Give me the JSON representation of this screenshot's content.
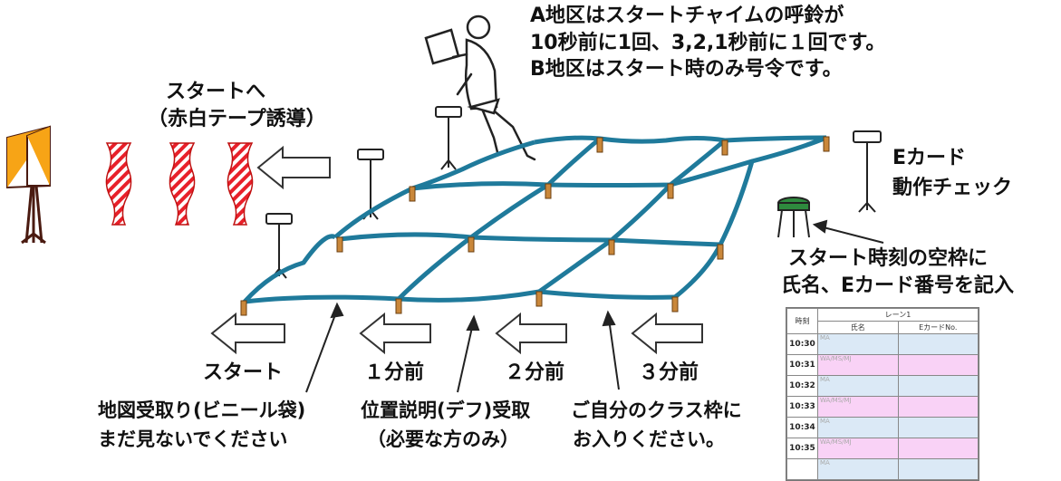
{
  "notes": {
    "chime_line1": "A地区はスタートチャイムの呼鈴が",
    "chime_line2": "10秒前に1回、3,2,1秒前に１回です。",
    "chime_line3": "B地区はスタート時のみ号令です。",
    "to_start_line1": "スタートへ",
    "to_start_line2": "（赤白テープ誘導）",
    "ecard_line1": "Eカード",
    "ecard_line2": "動作チェック",
    "blank_line1": "スタート時刻の空枠に",
    "blank_line2": "氏名、Eカード番号を記入"
  },
  "steps": {
    "start": "スタート",
    "one_min": "１分前",
    "two_min": "２分前",
    "three_min": "３分前"
  },
  "bottom": {
    "map_line1": "地図受取り(ビニール袋)",
    "map_line2": "まだ見ないでください",
    "desc_line1": "位置説明(デフ)受取",
    "desc_line2": "（必要な方のみ）",
    "class_line1": "ご自分のクラス枠に",
    "class_line2": "お入りください。"
  },
  "sheet": {
    "header_time": "時刻",
    "header_lane": "レーン1",
    "header_name": "氏名",
    "header_ecard": "EカードNo.",
    "rows": [
      {
        "time": "10:30",
        "cls": "MA",
        "color": "#dbe9f6"
      },
      {
        "time": "10:31",
        "cls": "WA/MS/MJ",
        "color": "#f9d2f6"
      },
      {
        "time": "10:32",
        "cls": "MA",
        "color": "#dbe9f6"
      },
      {
        "time": "10:33",
        "cls": "WA/MS/MJ",
        "color": "#f9d2f6"
      },
      {
        "time": "10:34",
        "cls": "MA",
        "color": "#dbe9f6"
      },
      {
        "time": "10:35",
        "cls": "WA/MS/MJ",
        "color": "#f9d2f6"
      },
      {
        "time": "",
        "cls": "MA",
        "color": "#dbe9f6"
      }
    ]
  },
  "colors": {
    "grid": "#1f7a9b",
    "tape_red": "#e8202a",
    "flag_orange": "#f7a416"
  }
}
